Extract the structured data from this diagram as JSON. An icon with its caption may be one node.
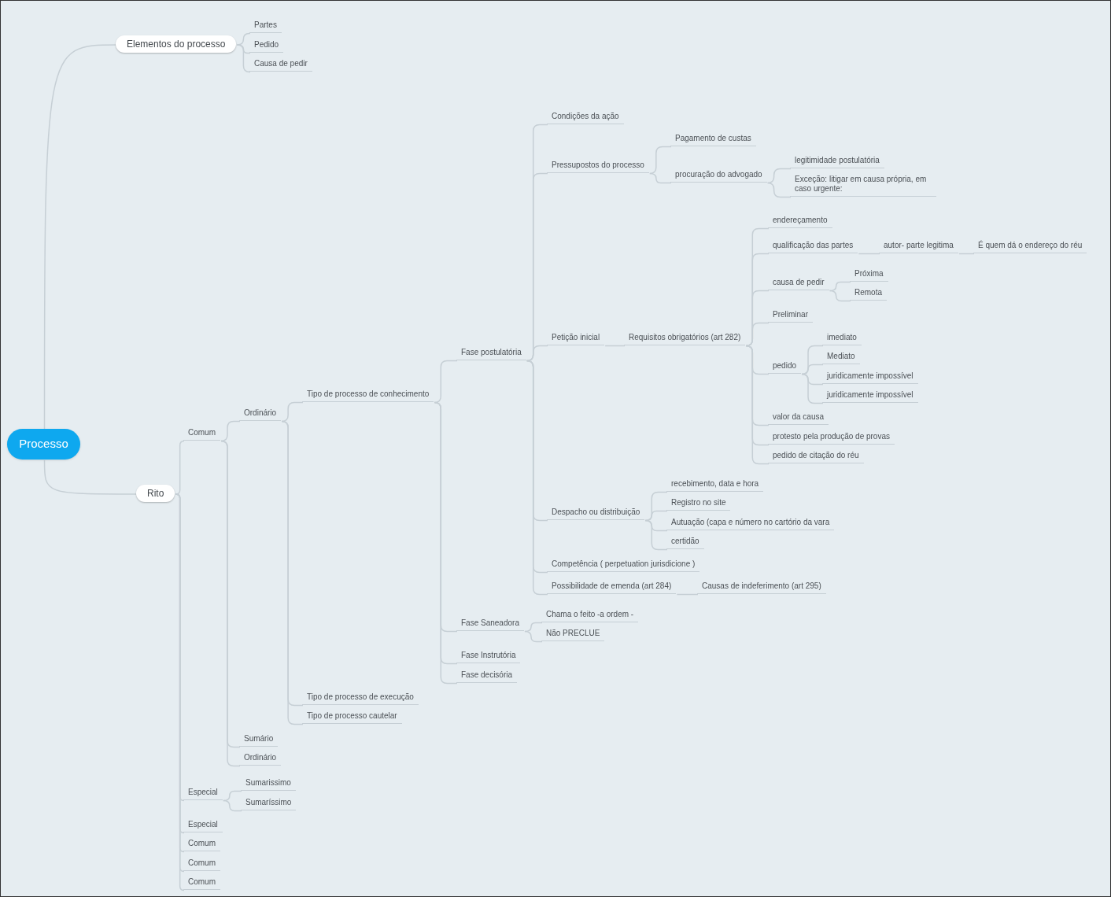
{
  "diagram": {
    "nodes": [
      {
        "text": [
          "Processo"
        ]
      },
      {
        "text": [
          "Elementos do processo"
        ]
      },
      {
        "text": [
          "Partes"
        ]
      },
      {
        "text": [
          "Pedido"
        ]
      },
      {
        "text": [
          "Causa de pedir"
        ]
      },
      {
        "text": [
          "Rito"
        ]
      },
      {
        "text": [
          "Comum"
        ]
      },
      {
        "text": [
          "Ordinário"
        ]
      },
      {
        "text": [
          "Tipo de processo de conhecimento"
        ]
      },
      {
        "text": [
          "Fase postulatória"
        ]
      },
      {
        "text": [
          "Condições da ação"
        ]
      },
      {
        "text": [
          "Pressupostos do processo"
        ]
      },
      {
        "text": [
          "Pagamento de custas"
        ]
      },
      {
        "text": [
          "procuração do advogado"
        ]
      },
      {
        "text": [
          "legitimidade postulatória"
        ]
      },
      {
        "text": [
          "Exceção: litigar em causa própria, em caso urgente:"
        ]
      },
      {
        "text": [
          "Petição inicial"
        ]
      },
      {
        "text": [
          "Requisitos obrigatórios (art 282)"
        ]
      },
      {
        "text": [
          "endereçamento"
        ]
      },
      {
        "text": [
          "qualificação das partes"
        ]
      },
      {
        "text": [
          "autor- parte legitima"
        ]
      },
      {
        "text": [
          "É quem dá o endereço do réu"
        ]
      },
      {
        "text": [
          "causa de pedir"
        ]
      },
      {
        "text": [
          "Próxima"
        ]
      },
      {
        "text": [
          "Remota"
        ]
      },
      {
        "text": [
          "Preliminar"
        ]
      },
      {
        "text": [
          "pedido"
        ]
      },
      {
        "text": [
          "imediato"
        ]
      },
      {
        "text": [
          "Mediato"
        ]
      },
      {
        "text": [
          "juridicamente impossível"
        ]
      },
      {
        "text": [
          "juridicamente impossível"
        ]
      },
      {
        "text": [
          "valor da causa"
        ]
      },
      {
        "text": [
          "protesto pela produção de provas"
        ]
      },
      {
        "text": [
          "pedido de citação do réu"
        ]
      },
      {
        "text": [
          "Despacho ou distribuição"
        ]
      },
      {
        "text": [
          "recebimento, data e hora"
        ]
      },
      {
        "text": [
          "Registro no site"
        ]
      },
      {
        "text": [
          "Autuação (capa e número no cartório da vara"
        ]
      },
      {
        "text": [
          "certidão"
        ]
      },
      {
        "text": [
          "Competência ( perpetuation jurisdicione )"
        ]
      },
      {
        "text": [
          "Possibilidade de emenda (art 284)"
        ]
      },
      {
        "text": [
          "Causas de indeferimento (art 295)"
        ]
      },
      {
        "text": [
          "Fase Saneadora"
        ]
      },
      {
        "text": [
          "Chama o feito -a ordem -"
        ]
      },
      {
        "text": [
          "Não PRECLUE"
        ]
      },
      {
        "text": [
          "Fase Instrutória"
        ]
      },
      {
        "text": [
          "Fase decisória"
        ]
      },
      {
        "text": [
          "Tipo de processo de execução"
        ]
      },
      {
        "text": [
          "Tipo de processo cautelar"
        ]
      },
      {
        "text": [
          "Sumário"
        ]
      },
      {
        "text": [
          "Ordinário"
        ]
      },
      {
        "text": [
          "Especial"
        ]
      },
      {
        "text": [
          "Sumarissimo"
        ]
      },
      {
        "text": [
          "Sumaríssimo"
        ]
      },
      {
        "text": [
          "Especial"
        ]
      },
      {
        "text": [
          "Comum"
        ]
      },
      {
        "text": [
          "Comum"
        ]
      },
      {
        "text": [
          "Comum"
        ]
      }
    ],
    "edges": [
      {
        "from": 0,
        "to": 1,
        "arrow": "none"
      },
      {
        "from": 1,
        "to": 2,
        "arrow": "none"
      },
      {
        "from": 1,
        "to": 3,
        "arrow": "none"
      },
      {
        "from": 1,
        "to": 4,
        "arrow": "none"
      },
      {
        "from": 0,
        "to": 5,
        "arrow": "none"
      },
      {
        "from": 5,
        "to": 6,
        "arrow": "none"
      },
      {
        "from": 6,
        "to": 7,
        "arrow": "none"
      },
      {
        "from": 7,
        "to": 8,
        "arrow": "none"
      },
      {
        "from": 8,
        "to": 9,
        "arrow": "none"
      },
      {
        "from": 9,
        "to": 10,
        "arrow": "none"
      },
      {
        "from": 9,
        "to": 11,
        "arrow": "none"
      },
      {
        "from": 11,
        "to": 12,
        "arrow": "none"
      },
      {
        "from": 11,
        "to": 13,
        "arrow": "none"
      },
      {
        "from": 13,
        "to": 14,
        "arrow": "none"
      },
      {
        "from": 13,
        "to": 15,
        "arrow": "none"
      },
      {
        "from": 9,
        "to": 16,
        "arrow": "none"
      },
      {
        "from": 16,
        "to": 17,
        "arrow": "none"
      },
      {
        "from": 17,
        "to": 18,
        "arrow": "none"
      },
      {
        "from": 17,
        "to": 19,
        "arrow": "none"
      },
      {
        "from": 19,
        "to": 20,
        "arrow": "none"
      },
      {
        "from": 20,
        "to": 21,
        "arrow": "none"
      },
      {
        "from": 17,
        "to": 22,
        "arrow": "none"
      },
      {
        "from": 22,
        "to": 23,
        "arrow": "none"
      },
      {
        "from": 22,
        "to": 24,
        "arrow": "none"
      },
      {
        "from": 17,
        "to": 25,
        "arrow": "none"
      },
      {
        "from": 17,
        "to": 26,
        "arrow": "none"
      },
      {
        "from": 26,
        "to": 27,
        "arrow": "none"
      },
      {
        "from": 26,
        "to": 28,
        "arrow": "none"
      },
      {
        "from": 26,
        "to": 29,
        "arrow": "none"
      },
      {
        "from": 26,
        "to": 30,
        "arrow": "none"
      },
      {
        "from": 17,
        "to": 31,
        "arrow": "none"
      },
      {
        "from": 17,
        "to": 32,
        "arrow": "none"
      },
      {
        "from": 17,
        "to": 33,
        "arrow": "none"
      },
      {
        "from": 9,
        "to": 34,
        "arrow": "none"
      },
      {
        "from": 34,
        "to": 35,
        "arrow": "none"
      },
      {
        "from": 34,
        "to": 36,
        "arrow": "none"
      },
      {
        "from": 34,
        "to": 37,
        "arrow": "none"
      },
      {
        "from": 34,
        "to": 38,
        "arrow": "none"
      },
      {
        "from": 9,
        "to": 39,
        "arrow": "none"
      },
      {
        "from": 9,
        "to": 40,
        "arrow": "none"
      },
      {
        "from": 40,
        "to": 41,
        "arrow": "none"
      },
      {
        "from": 8,
        "to": 42,
        "arrow": "none"
      },
      {
        "from": 42,
        "to": 43,
        "arrow": "none"
      },
      {
        "from": 42,
        "to": 44,
        "arrow": "none"
      },
      {
        "from": 8,
        "to": 45,
        "arrow": "none"
      },
      {
        "from": 8,
        "to": 46,
        "arrow": "none"
      },
      {
        "from": 7,
        "to": 47,
        "arrow": "none"
      },
      {
        "from": 7,
        "to": 48,
        "arrow": "none"
      },
      {
        "from": 6,
        "to": 49,
        "arrow": "none"
      },
      {
        "from": 6,
        "to": 50,
        "arrow": "none"
      },
      {
        "from": 5,
        "to": 51,
        "arrow": "none"
      },
      {
        "from": 51,
        "to": 52,
        "arrow": "none"
      },
      {
        "from": 51,
        "to": 53,
        "arrow": "none"
      },
      {
        "from": 5,
        "to": 54,
        "arrow": "none"
      },
      {
        "from": 5,
        "to": 55,
        "arrow": "none"
      },
      {
        "from": 5,
        "to": 56,
        "arrow": "none"
      },
      {
        "from": 5,
        "to": 57,
        "arrow": "none"
      }
    ]
  }
}
